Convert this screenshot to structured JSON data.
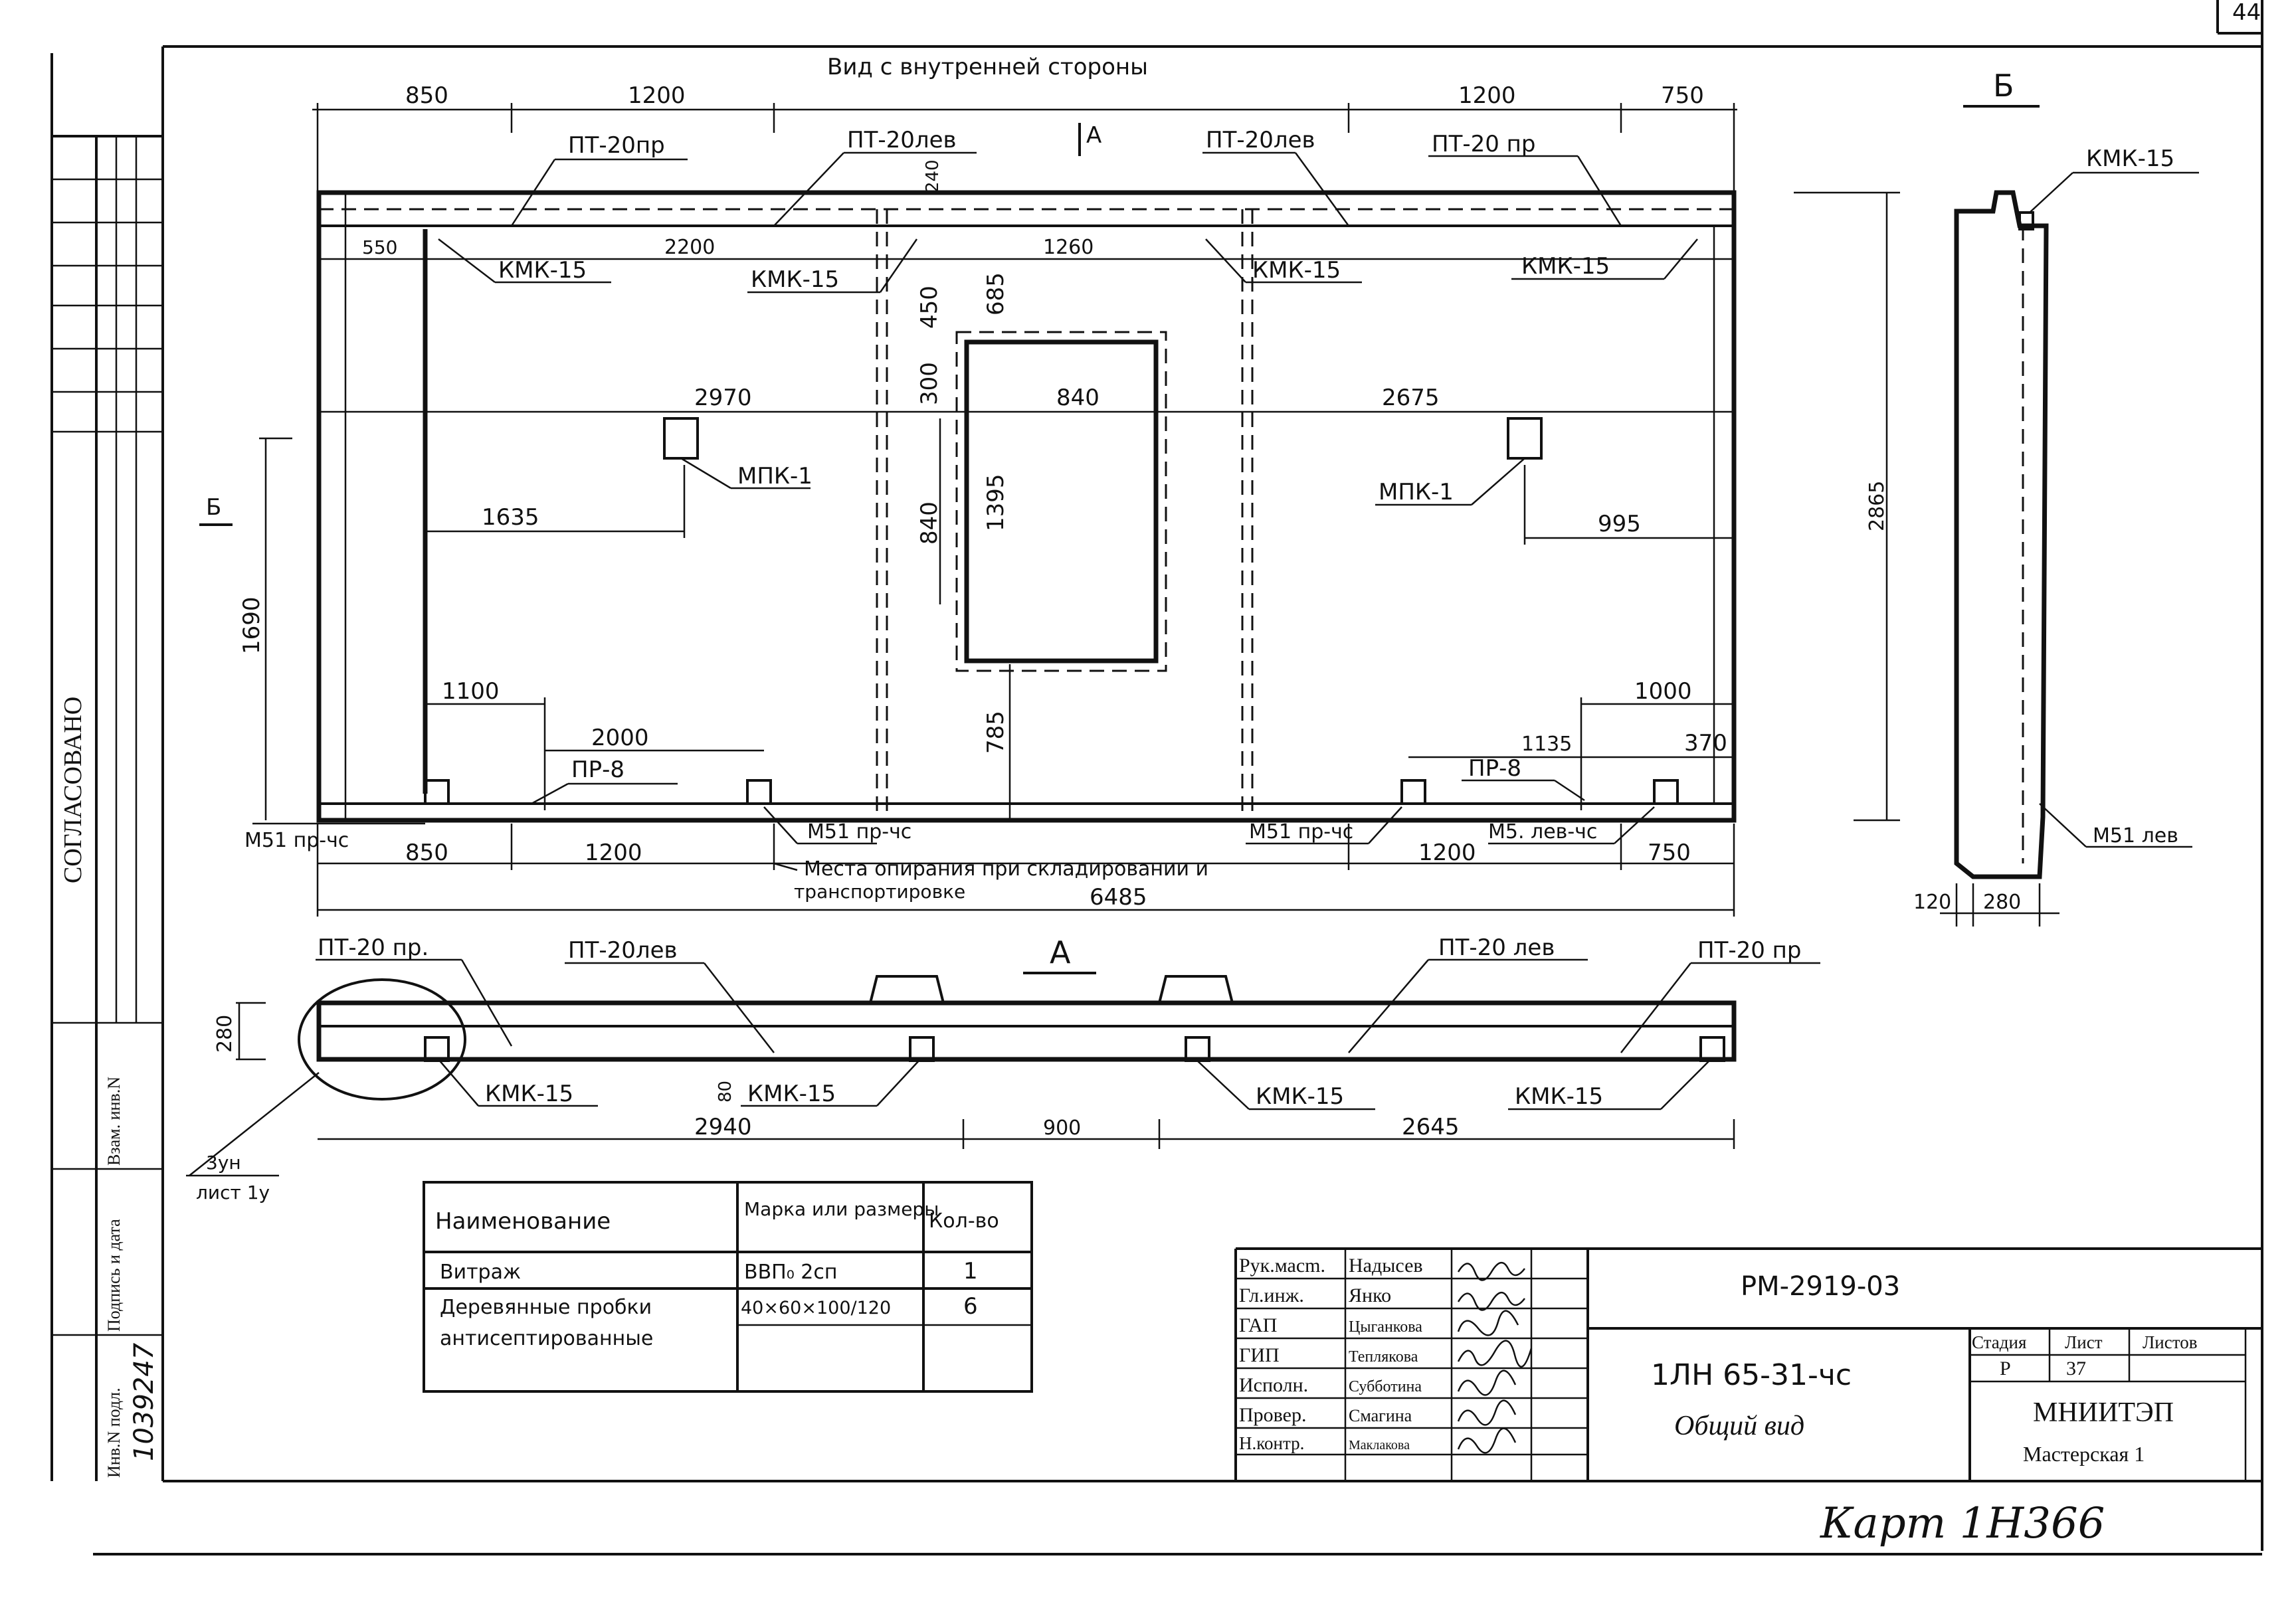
{
  "sheet_number": "44",
  "headings": {
    "main_view": "Вид с внутренней стороны",
    "section_b": "Б",
    "section_a": "А",
    "arrow_a": "А",
    "arrow_b": "Б"
  },
  "main_view": {
    "top_dims": [
      "850",
      "1200",
      "1200",
      "750"
    ],
    "top_markers": [
      "ПТ-20пр",
      "ПТ-20лев",
      "ПТ-20лев",
      "ПТ-20 пр"
    ],
    "inner_dims": [
      "550",
      "2200",
      "1260",
      "240",
      "450",
      "300",
      "685",
      "2970",
      "840",
      "2675",
      "1395",
      "840",
      "1635",
      "995",
      "1690",
      "1100",
      "2000",
      "785",
      "1135",
      "1000",
      "370",
      "2865"
    ],
    "kmk_labels": [
      "КМК-15",
      "КМК-15",
      "КМК-15",
      "КМК-15"
    ],
    "mpk_labels": [
      "МПК-1",
      "МПК-1"
    ],
    "pr_labels": [
      "ПР-8",
      "ПР-8"
    ],
    "bottom_markers": [
      "М51 пр-чс",
      "М51 пр-чс",
      "М51 пр-чс",
      "М5. лев-чс"
    ],
    "bottom_dims": [
      "850",
      "1200",
      "1200",
      "750"
    ],
    "total_width": "6485",
    "support_note_1": "Места опирания при складировании и",
    "support_note_2": "транспортировке"
  },
  "section_b": {
    "kmk": "КМК-15",
    "m51": "М51 лев",
    "dims": [
      "120",
      "280"
    ]
  },
  "plan_a": {
    "markers": [
      "ПТ-20 пр.",
      "ПТ-20лев",
      "ПТ-20 лев",
      "ПТ-20 пр"
    ],
    "kmk_labels": [
      "КМК-15",
      "КМК-15",
      "КМК-15",
      "КМК-15"
    ],
    "height_dim": "280",
    "small_dim": "80",
    "dims": [
      "2940",
      "900",
      "2645"
    ],
    "node_ref_1": "3ун",
    "node_ref_2": "лист 1у"
  },
  "spec_table": {
    "headers": [
      "Наименование",
      "Марка или размеры",
      "Кол-во"
    ],
    "rows": [
      {
        "name": "Витраж",
        "mark": "ВВП₀ 2сп",
        "qty": "1"
      },
      {
        "name": "Деревянные пробки",
        "name2": "антисептированные",
        "mark": "40×60×100/120",
        "qty": "6"
      }
    ]
  },
  "approvals": {
    "vertical_label": "СОГЛАСОВАНО",
    "side_fields": [
      "Инв.N подл.",
      "Подпись и дата",
      "Взам. инв.N"
    ],
    "inventory_number": "1039247"
  },
  "title_block": {
    "signatures": [
      {
        "role": "Рук.масm.",
        "name": "Надысев"
      },
      {
        "role": "Гл.инж.",
        "name": "Янко"
      },
      {
        "role": "ГАП",
        "name": "Цыганкова"
      },
      {
        "role": "ГИП",
        "name": "Теплякова"
      },
      {
        "role": "Исполн.",
        "name": "Субботина"
      },
      {
        "role": "Провер.",
        "name": "Смагина"
      },
      {
        "role": "Н.контр.",
        "name": "Маклакова"
      }
    ],
    "document_code": "РМ-2919-03",
    "product": "1ЛН 65-31-чс",
    "title": "Общий вид",
    "stage_label": "Стадия",
    "sheet_label": "Лист",
    "sheets_label": "Листов",
    "stage": "Р",
    "sheet": "37",
    "organization": "МНИИТЭП",
    "workshop": "Мастерская 1"
  },
  "handwritten_note": "Карт 1Н366"
}
